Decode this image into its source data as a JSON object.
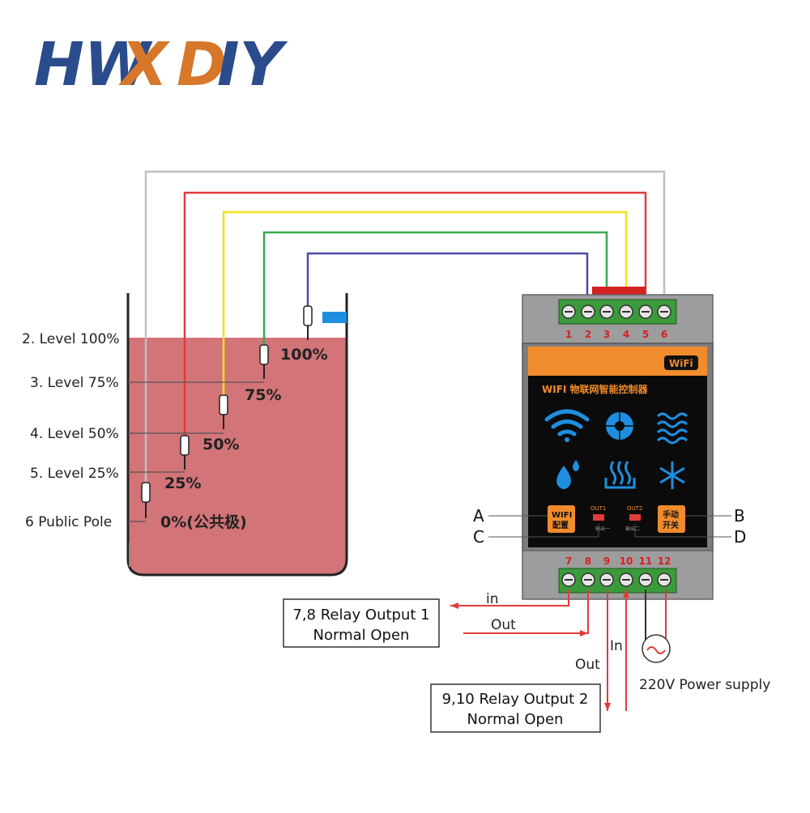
{
  "logo": {
    "text_a": "HW",
    "text_b": "X",
    "text_c": "D",
    "text_d": "IY",
    "color_blue": "#2b4c8c",
    "color_orange": "#d7772a"
  },
  "tank_labels": {
    "level_100": "2. Level 100%",
    "level_75": "3. Level 75%",
    "level_50": "4. Level 50%",
    "level_25": "5. Level 25%",
    "public_pole": "6 Public Pole"
  },
  "probe_labels": {
    "p100": "100%",
    "p75": "75%",
    "p50": "50%",
    "p25": "25%",
    "p0": "0%(公共极)"
  },
  "controller": {
    "top_terminals": [
      "1",
      "2",
      "3",
      "4",
      "5",
      "6"
    ],
    "bottom_terminals": [
      "7",
      "8",
      "9",
      "10",
      "11",
      "12"
    ],
    "wifi_badge": "WiFi",
    "title": "WIFI 物联网智能控制器",
    "btn_wifi_line1": "WIFI",
    "btn_wifi_line2": "配置",
    "btn_manual_line1": "手动",
    "btn_manual_line2": "开关",
    "out1": "OUT1",
    "out1_sub": "输出一",
    "out2": "OUT2",
    "out2_sub": "输出二"
  },
  "callouts": {
    "a": "A",
    "b": "B",
    "c": "C",
    "d": "D"
  },
  "relay1": {
    "line1": "7,8 Relay Output 1",
    "line2": "Normal Open",
    "in": "in",
    "out": "Out"
  },
  "relay2": {
    "line1": "9,10 Relay Output 2",
    "line2": "Normal Open",
    "in": "In",
    "out": "Out"
  },
  "power": {
    "label": "220V Power supply"
  },
  "colors": {
    "wire_gray": "#bfbfbf",
    "wire_red": "#e23b3b",
    "wire_yellow": "#f2e21a",
    "wire_green": "#3aa84a",
    "wire_blue": "#4a4aa6",
    "water": "#d27478",
    "panel_orange": "#f08c2c",
    "icon_blue": "#1e8fe0"
  }
}
